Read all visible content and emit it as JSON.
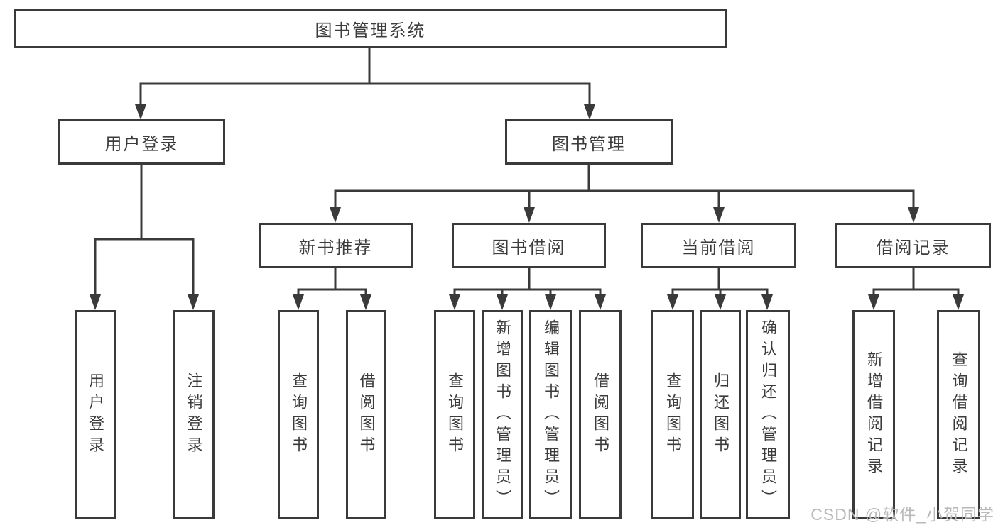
{
  "tree": {
    "label": "图书管理系统",
    "children": [
      {
        "label": "用户登录",
        "children": [
          {
            "label": "用户登录"
          },
          {
            "label": "注销登录"
          }
        ]
      },
      {
        "label": "图书管理",
        "children": [
          {
            "label": "新书推荐",
            "children": [
              {
                "label": "查询图书"
              },
              {
                "label": "借阅图书"
              }
            ]
          },
          {
            "label": "图书借阅",
            "children": [
              {
                "label": "查询图书"
              },
              {
                "label": "新增图书（管理员）"
              },
              {
                "label": "编辑图书（管理员）"
              },
              {
                "label": "借阅图书"
              }
            ]
          },
          {
            "label": "当前借阅",
            "children": [
              {
                "label": "查询图书"
              },
              {
                "label": "归还图书"
              },
              {
                "label": "确认归还（管理员）"
              }
            ]
          },
          {
            "label": "借阅记录",
            "children": [
              {
                "label": "新增借阅记录"
              },
              {
                "label": "查询借阅记录"
              }
            ]
          }
        ]
      }
    ]
  },
  "watermark": {
    "text": "CSDN @软件_小贺同学"
  },
  "colors": {
    "line": "#3a3a3a",
    "text": "#3c3c3c",
    "background": "#ffffff",
    "watermark": "#b9b9b9"
  }
}
